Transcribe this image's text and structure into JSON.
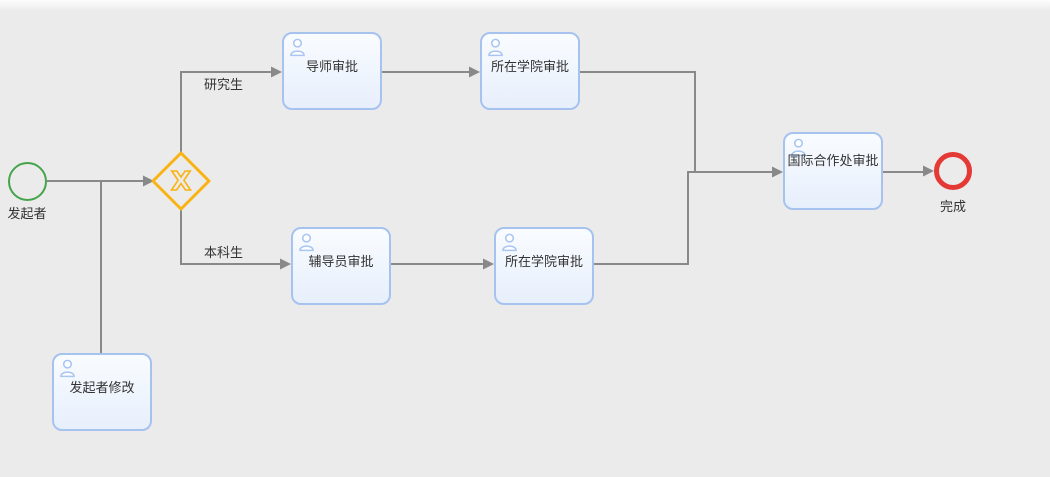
{
  "diagram": {
    "title": "approval-workflow",
    "start_event": {
      "label": "发起者",
      "color": "#45a44b"
    },
    "end_event": {
      "label": "完成",
      "color": "#e53935"
    },
    "gateway": {
      "type": "exclusive-gateway",
      "symbol": "X",
      "color": "#f9b312"
    },
    "tasks": [
      {
        "label": "导师审批"
      },
      {
        "label": "所在学院审批"
      },
      {
        "label": "辅导员审批"
      },
      {
        "label": "所在学院审批"
      },
      {
        "label": "国际合作处审批"
      },
      {
        "label": "发起者修改"
      }
    ],
    "edge_labels": [
      {
        "label": "研究生"
      },
      {
        "label": "本科生"
      }
    ],
    "colors": {
      "background": "#ebebeb",
      "connector": "#898989",
      "task_border": "#a6c3f0",
      "task_fill": "#e7effc",
      "text": "#333333"
    }
  }
}
